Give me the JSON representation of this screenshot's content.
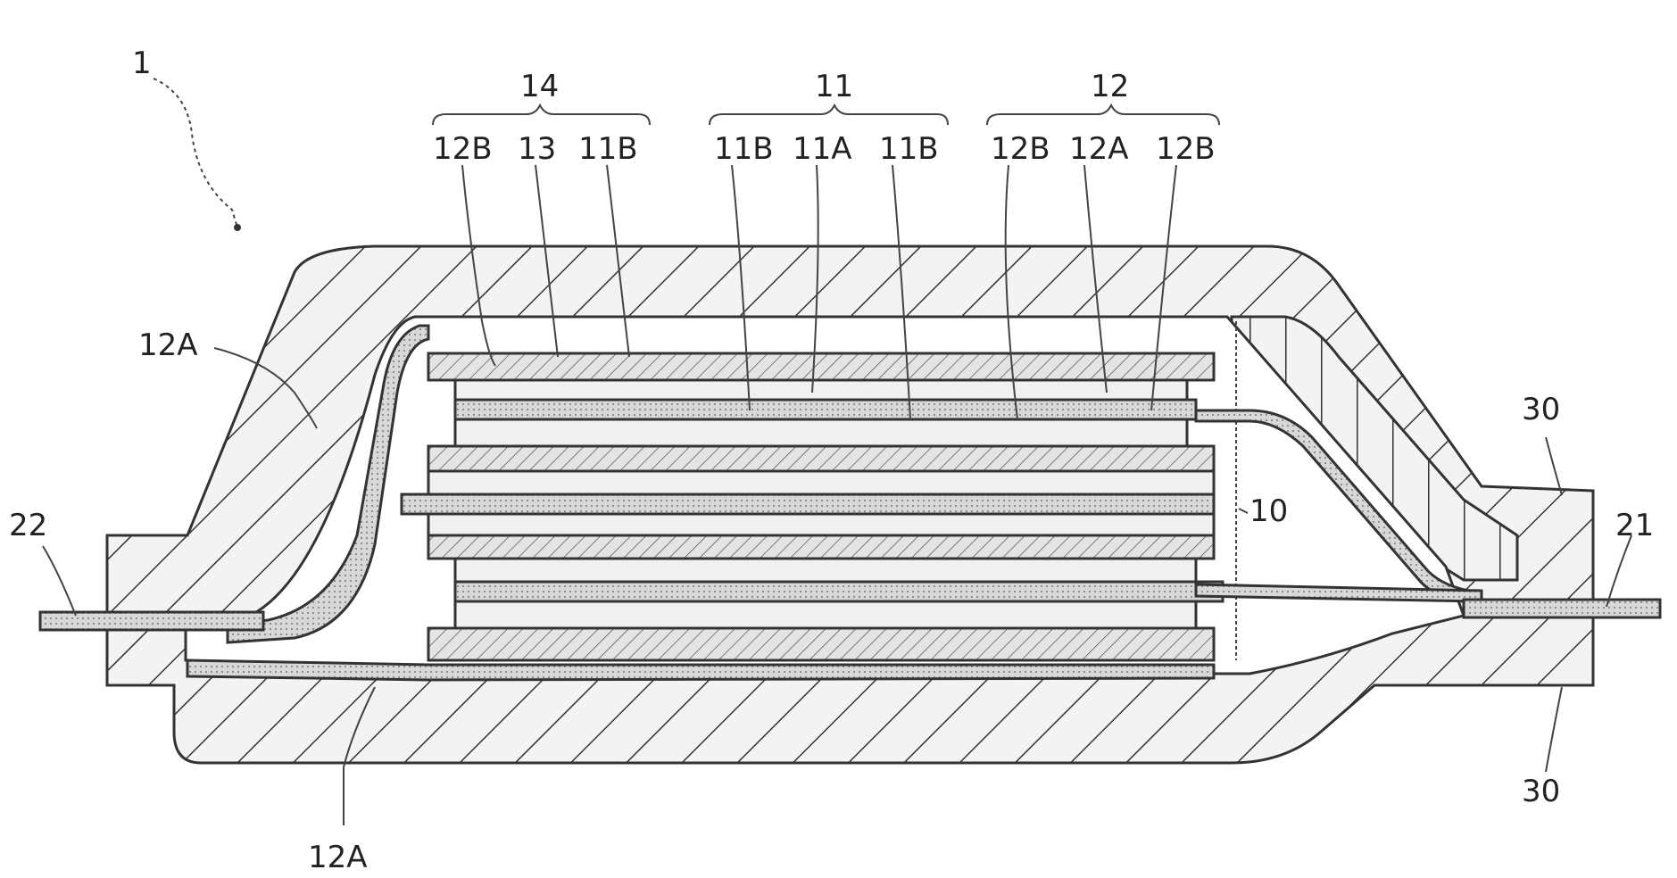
{
  "labels": {
    "device": "1",
    "group14": "14",
    "group11": "11",
    "group12": "12",
    "g14_a": "12B",
    "g14_b": "13",
    "g14_c": "11B",
    "g11_a": "11B",
    "g11_b": "11A",
    "g11_c": "11B",
    "g12_a": "12B",
    "g12_b": "12A",
    "g12_c": "12B",
    "left_12A": "12A",
    "bottom_12A": "12A",
    "lead_left": "22",
    "lead_right": "21",
    "stack": "10",
    "seal_top": "30",
    "seal_bottom": "30"
  },
  "colors": {
    "line": "#333333",
    "hatch": "#555555",
    "fill_light": "#e6e6e6",
    "background": "#ffffff"
  }
}
